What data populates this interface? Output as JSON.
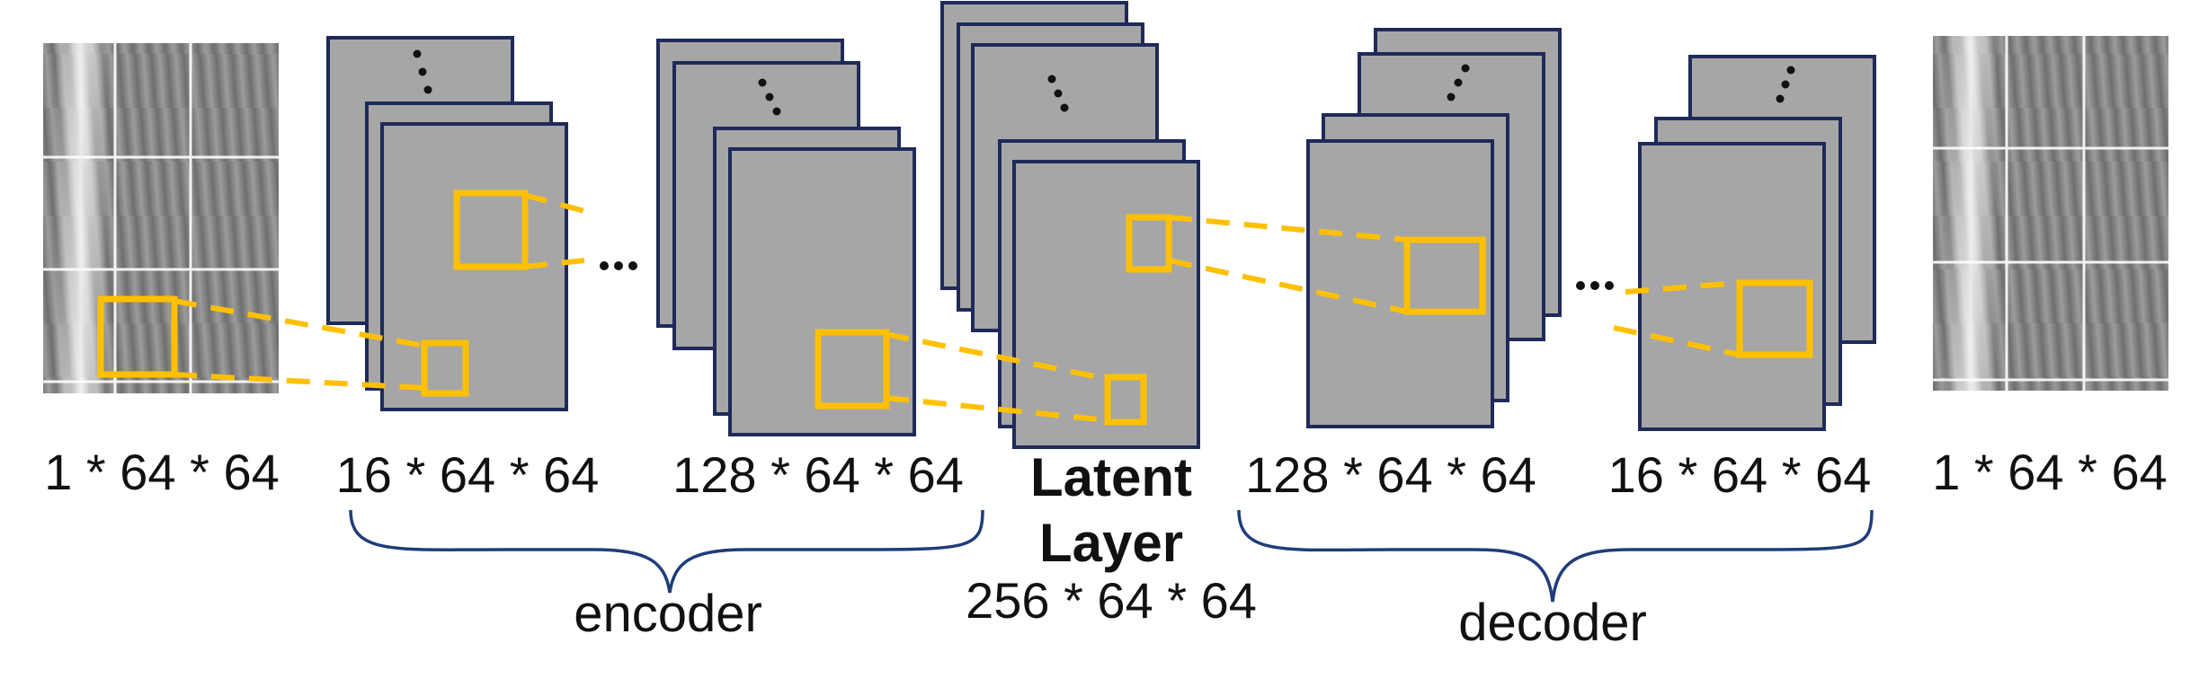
{
  "colors": {
    "feature_map_fill": "#a6a6a6",
    "feature_map_border": "#1f2a5a",
    "highlight": "#ffc000",
    "brace": "#1f3d7a"
  },
  "labels": {
    "input_dims": "1 * 64 * 64",
    "enc1_dims": "16 * 64 * 64",
    "enc2_dims": "128 * 64 * 64",
    "latent_line1": "Latent",
    "latent_line2": "Layer",
    "latent_dims": "256 * 64 * 64",
    "dec1_dims": "128 * 64 * 64",
    "dec2_dims": "16 * 64 * 64",
    "output_dims": "1 * 64 * 64",
    "encoder": "encoder",
    "decoder": "decoder"
  }
}
